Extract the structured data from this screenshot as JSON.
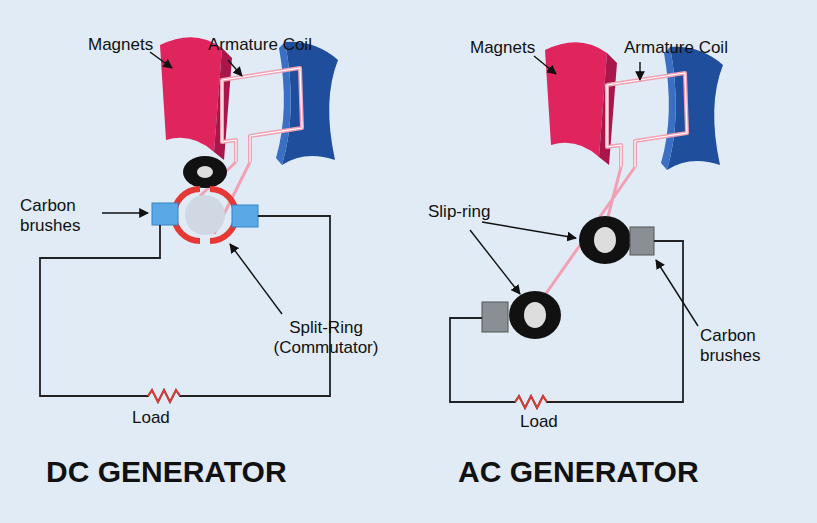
{
  "diagram": {
    "labels": [
      "Magnets",
      "Armature Coil",
      "Carbon brushes",
      "Split-Ring (Commutator)",
      "Load",
      "DC GENERATOR",
      "Magnets",
      "Armature Coil",
      "Slip-ring",
      "Carbon brushes",
      "Load",
      "AC GENERATOR"
    ]
  }
}
